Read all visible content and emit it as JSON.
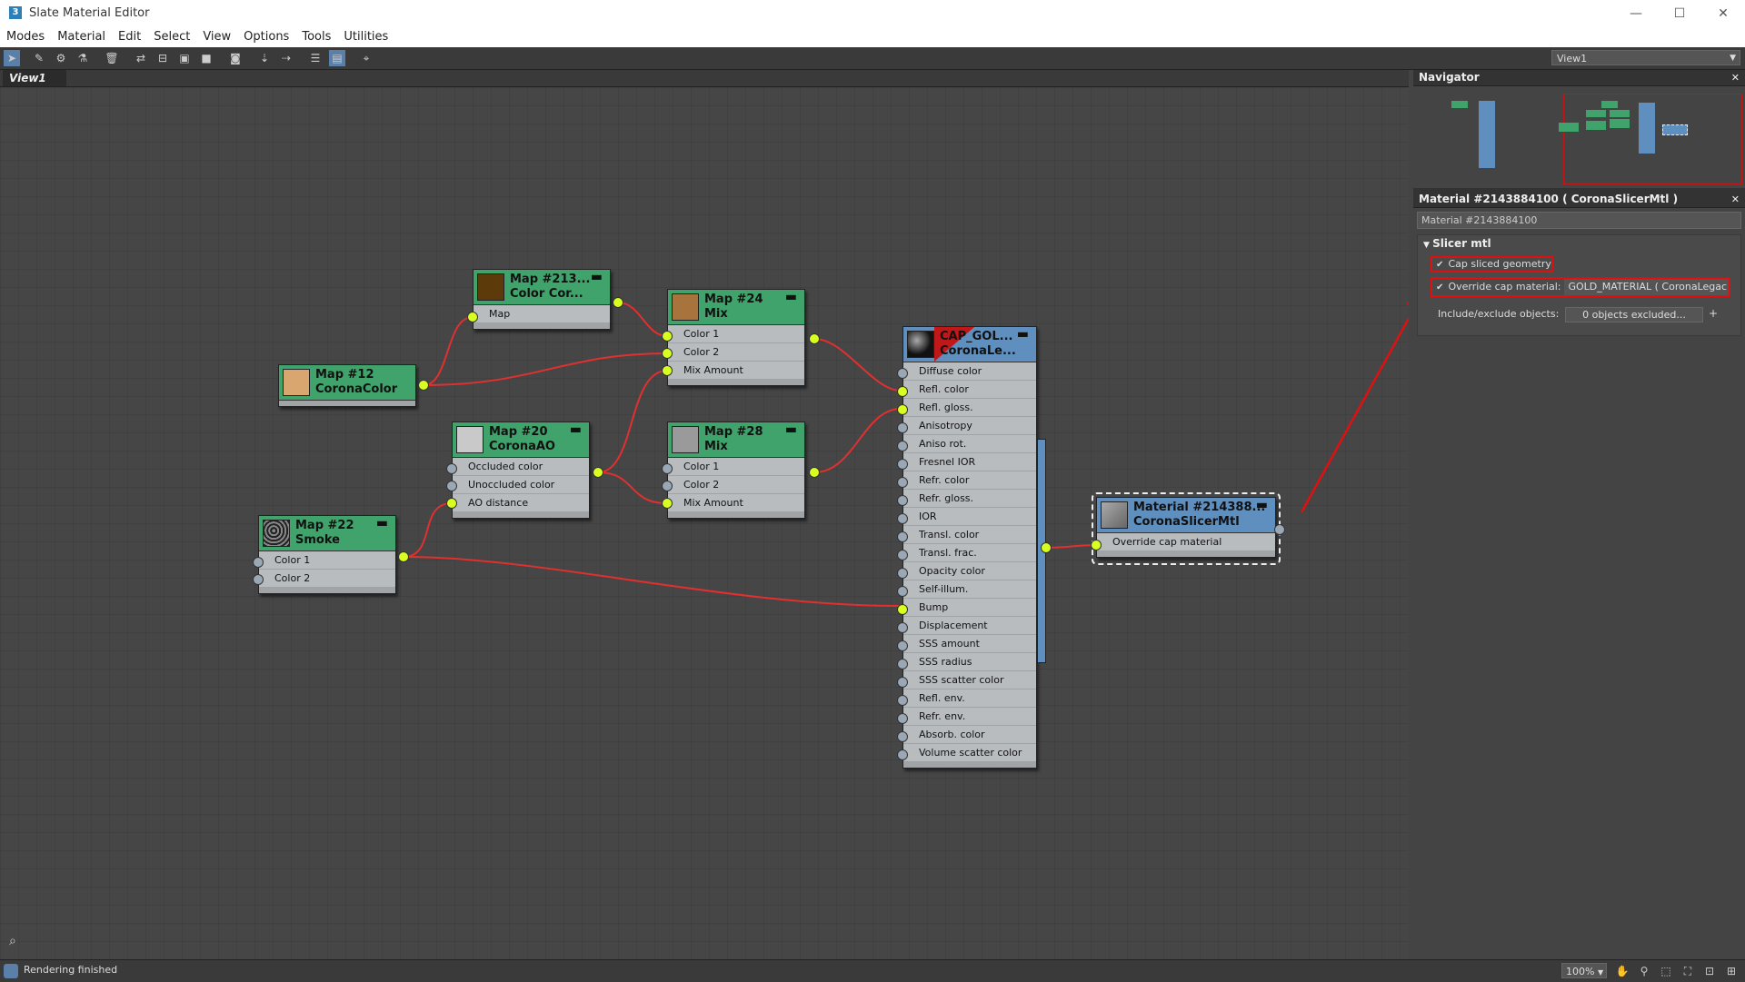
{
  "window": {
    "title": "Slate Material Editor",
    "app_icon": "3",
    "minimize": "—",
    "maximize": "☐",
    "close": "✕"
  },
  "menu": [
    "Modes",
    "Material",
    "Edit",
    "Select",
    "View",
    "Options",
    "Tools",
    "Utilities"
  ],
  "view_dropdown": "View1",
  "view_tab": "View1",
  "nodes": {
    "map213": {
      "title1": "Map #213...",
      "title2": "Color Cor...",
      "rows": [
        "Map"
      ],
      "thumb": "#5c3a0a"
    },
    "map24": {
      "title1": "Map #24",
      "title2": "Mix",
      "rows": [
        "Color 1",
        "Color 2",
        "Mix Amount"
      ],
      "thumb": "#a8733c"
    },
    "map12": {
      "title1": "Map #12",
      "title2": "CoronaColor",
      "rows": [],
      "thumb": "#d8a66e"
    },
    "map20": {
      "title1": "Map #20",
      "title2": "CoronaAO",
      "rows": [
        "Occluded color",
        "Unoccluded color",
        "AO distance"
      ],
      "thumb": "#c9c9c9"
    },
    "map28": {
      "title1": "Map #28",
      "title2": "Mix",
      "rows": [
        "Color 1",
        "Color 2",
        "Mix Amount"
      ],
      "thumb": "#9a9a9a"
    },
    "map22": {
      "title1": "Map #22",
      "title2": "Smoke",
      "rows": [
        "Color 1",
        "Color 2"
      ],
      "thumb": "#555555"
    },
    "cap": {
      "title1": "CAP_GOL...",
      "title2": "CoronaLe...",
      "thumb": "#222222",
      "rows": [
        "Diffuse color",
        "Refl. color",
        "Refl. gloss.",
        "Anisotropy",
        "Aniso rot.",
        "Fresnel IOR",
        "Refr. color",
        "Refr. gloss.",
        "IOR",
        "Transl. color",
        "Transl. frac.",
        "Opacity color",
        "Self-illum.",
        "Bump",
        "Displacement",
        "SSS amount",
        "SSS radius",
        "SSS scatter color",
        "Refl. env.",
        "Refr. env.",
        "Absorb. color",
        "Volume scatter color"
      ]
    },
    "slicer": {
      "title1": "Material #214388...",
      "title2": "CoronaSlicerMtl",
      "rows": [
        "Override cap material"
      ],
      "thumb": "#8a8a8a"
    }
  },
  "navigator": {
    "title": "Navigator"
  },
  "params": {
    "header": "Material #2143884100  ( CoronaSlicerMtl )",
    "name_field": "Material #2143884100",
    "rollout": "Slicer mtl",
    "cap_sliced": "Cap sliced geometry",
    "override_cap": "Override cap material:",
    "override_value": "GOLD_MATERIAL  ( CoronaLegac",
    "include_label": "Include/exclude objects:",
    "include_value": "0 objects excluded...",
    "plus": "+"
  },
  "status": {
    "text": "Rendering finished",
    "zoom": "100%"
  },
  "colors": {
    "node_green": "#3fa36b",
    "node_blue": "#5e8fbe",
    "wire": "#e03030",
    "socket_active": "#d8ff20",
    "highlight": "#e01010"
  }
}
